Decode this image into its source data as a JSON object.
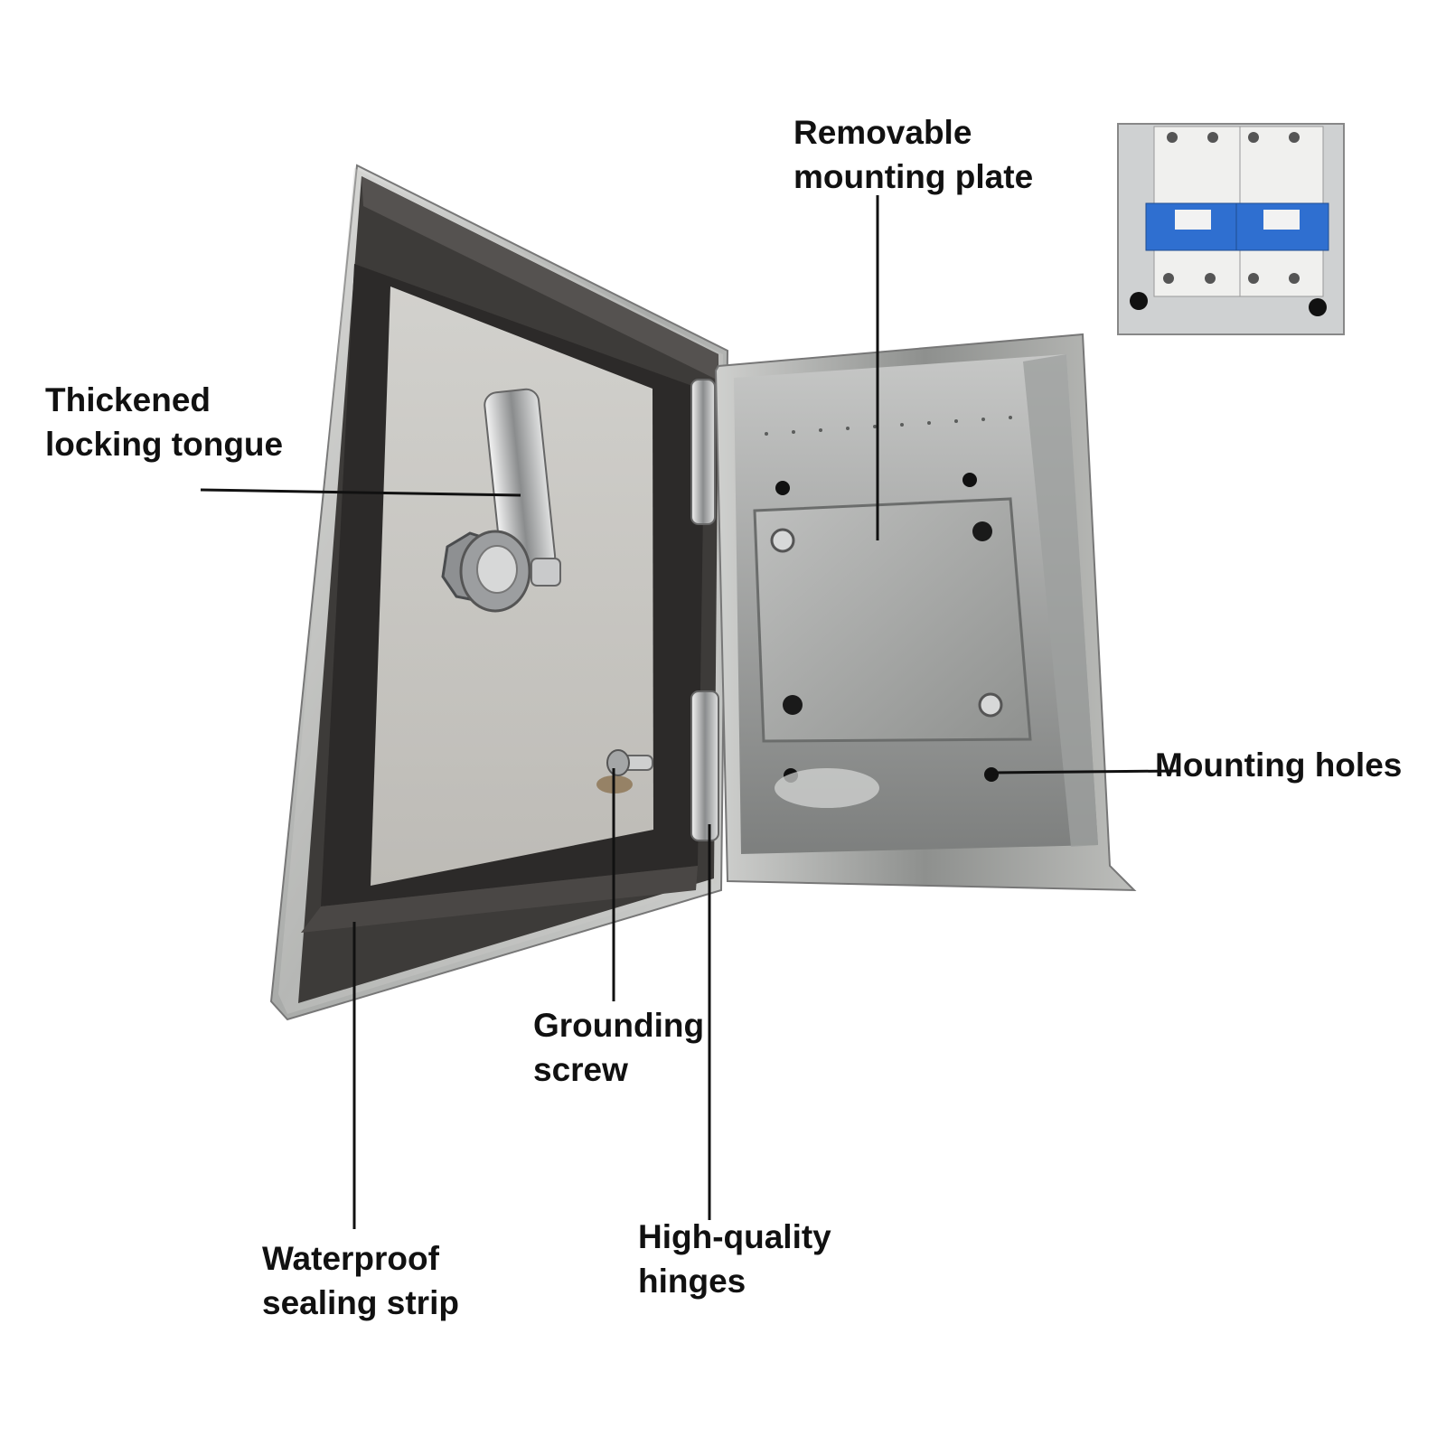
{
  "callouts": {
    "mounting_plate": {
      "line1": "Removable",
      "line2": "mounting plate"
    },
    "locking_tongue": {
      "line1": "Thickened",
      "line2": "locking tongue"
    },
    "mounting_holes": {
      "line1": "Mounting holes"
    },
    "grounding_screw": {
      "line1": "Grounding",
      "line2": "screw"
    },
    "hinges": {
      "line1": "High-quality",
      "line2": "hinges"
    },
    "sealing_strip": {
      "line1": "Waterproof",
      "line2": "sealing strip"
    }
  },
  "breaker_inset": {
    "breaker_count": 2,
    "poles_per_breaker": 2
  }
}
